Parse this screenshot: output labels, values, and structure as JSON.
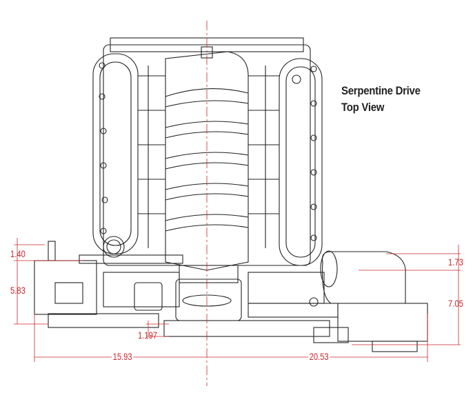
{
  "title": {
    "line1": "Serpentine Drive",
    "line2": "Top View"
  },
  "dimensions": {
    "left_top_offset": "1.40",
    "left_height": "5.83",
    "pulley_offset": "1.197",
    "right_top_offset": "1.73",
    "right_height": "7.05",
    "left_width": "15.93",
    "right_width": "20.53"
  },
  "colors": {
    "dimension": "#c8262b",
    "drawing": "#222222"
  }
}
